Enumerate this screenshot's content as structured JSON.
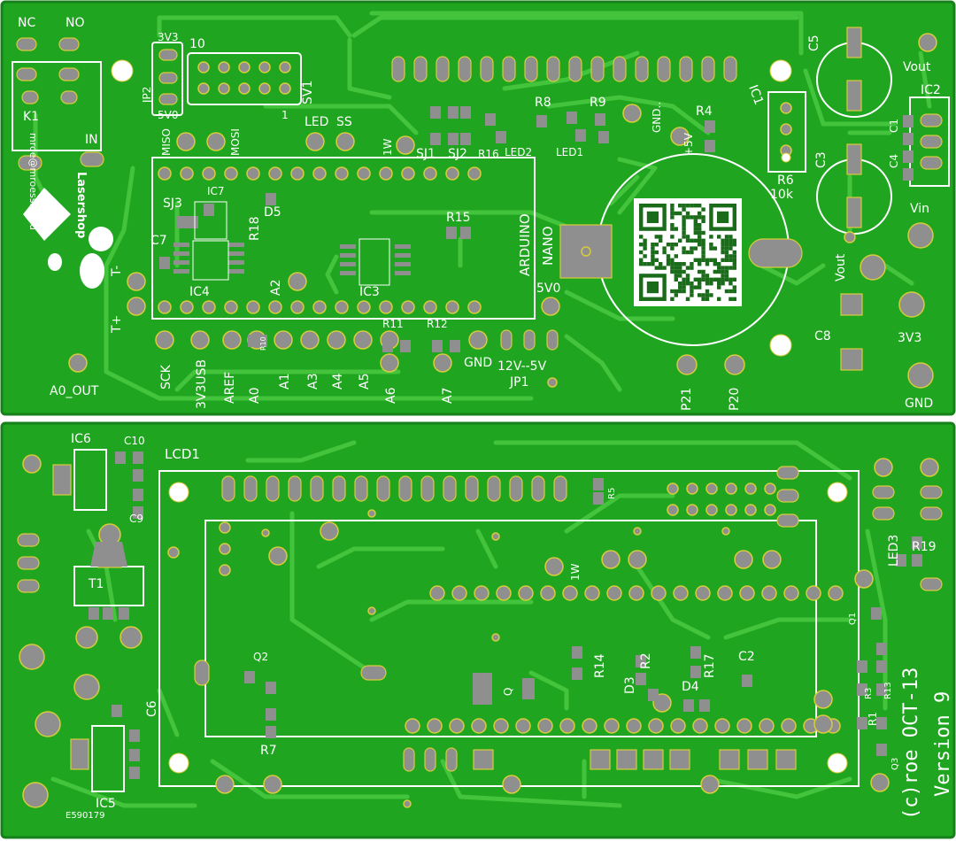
{
  "colors": {
    "board": "#1fa51f",
    "board_edge": "#16801a",
    "trace": "#44c43c",
    "pad": "#8f8f8f",
    "pad_ring": "#d8cc3c",
    "silk": "#ffffff",
    "qr_bg": "#ffffff",
    "qr_fg": "#1a6b1a"
  },
  "top": {
    "relay": {
      "nc": "NC",
      "no": "NO",
      "k1": "K1",
      "in": "IN"
    },
    "jp2": {
      "v33": "3V3",
      "label": "JP2",
      "v50": "5V0"
    },
    "sv1": {
      "pin10": "10",
      "label": "SV1",
      "pin1": "1"
    },
    "spi": {
      "miso": "MISO",
      "mosi": "MOSI",
      "led": "LED",
      "ss": "SS",
      "one_w": "1W"
    },
    "jumpers": {
      "sj1": "SJ1",
      "sj2": "SJ2",
      "r16": "R16",
      "led2": "LED2",
      "led1": "LED1",
      "r8": "R8",
      "r9": "R9",
      "gnd": "GND..",
      "r4": "R4",
      "ic1": "IC1",
      "plus5v": "+5V",
      "r6": "R6",
      "r6_val": "10k"
    },
    "nano": {
      "arduino": "ARDUINO",
      "nano": "NANO",
      "v50": "5V0"
    },
    "mid": {
      "sj3": "SJ3",
      "ic7": "IC7",
      "r18": "R18",
      "d5": "D5",
      "c7": "C7",
      "ic4": "IC4",
      "a2": "A2",
      "ic3": "IC3",
      "r15": "R15",
      "r11": "R11",
      "r12": "R12",
      "r10": "R10",
      "t_minus": "T-",
      "t_plus": "T+"
    },
    "side": {
      "email": "mroe@mroessler.eu",
      "brand": "Lasershop"
    },
    "bottom_labels": {
      "sck": "SCK",
      "v3usb": "3V3USB",
      "aref": "AREF",
      "a0": "A0",
      "a1": "A1",
      "a3": "A3",
      "a4": "A4",
      "a5": "A5",
      "a6": "A6",
      "a7": "A7",
      "gnd": "GND",
      "jp1_text": "12V--5V",
      "jp1": "JP1",
      "p21": "P21",
      "p20": "P20",
      "a0_out": "A0_OUT"
    },
    "power": {
      "c5": "C5",
      "vout_top": "Vout",
      "ic2": "IC2",
      "c1": "C1",
      "c3": "C3",
      "c4": "C4",
      "vin": "Vin",
      "vout_side": "Vout",
      "c8": "C8",
      "v33": "3V3",
      "gnd": "GND"
    }
  },
  "bottom": {
    "left": {
      "ic6": "IC6",
      "c10": "C10",
      "c9": "C9",
      "t1": "T1",
      "c6": "C6",
      "ic5": "IC5",
      "code": "E590179"
    },
    "lcd": {
      "label": "LCD1",
      "r5": "R5",
      "one_w": "1W",
      "q2": "Q2",
      "r7": "R7",
      "q": "Q"
    },
    "parts": {
      "r14": "R14",
      "r2": "R2",
      "r17": "R17",
      "c2": "C2",
      "d3": "D3",
      "d4": "D4"
    },
    "right": {
      "led3": "LED3",
      "r19": "R19",
      "q1": "Q1",
      "r3": "R3",
      "r13": "R13",
      "r1": "R1",
      "q3": "Q3",
      "copyright": "(c)roe OCT-13",
      "version": "Version 9"
    }
  }
}
